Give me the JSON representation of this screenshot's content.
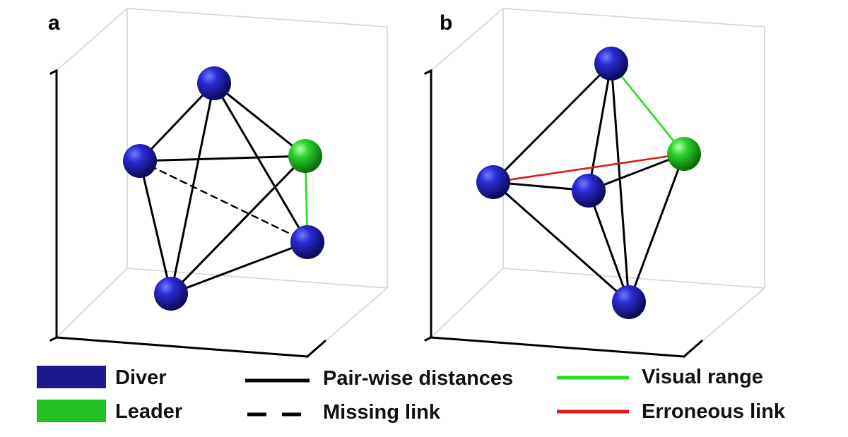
{
  "panels": [
    {
      "label": "a"
    },
    {
      "label": "b"
    }
  ],
  "legend": {
    "diver": "Diver",
    "leader": "Leader",
    "pairwise": "Pair-wise distances",
    "missing": "Missing link",
    "visual": "Visual range",
    "erroneous": "Erroneous link"
  },
  "colors": {
    "diver": "#1a1a8c",
    "leader": "#22c022",
    "pairwise": "#000000",
    "visual": "#22dd22",
    "erroneous": "#e01818"
  }
}
